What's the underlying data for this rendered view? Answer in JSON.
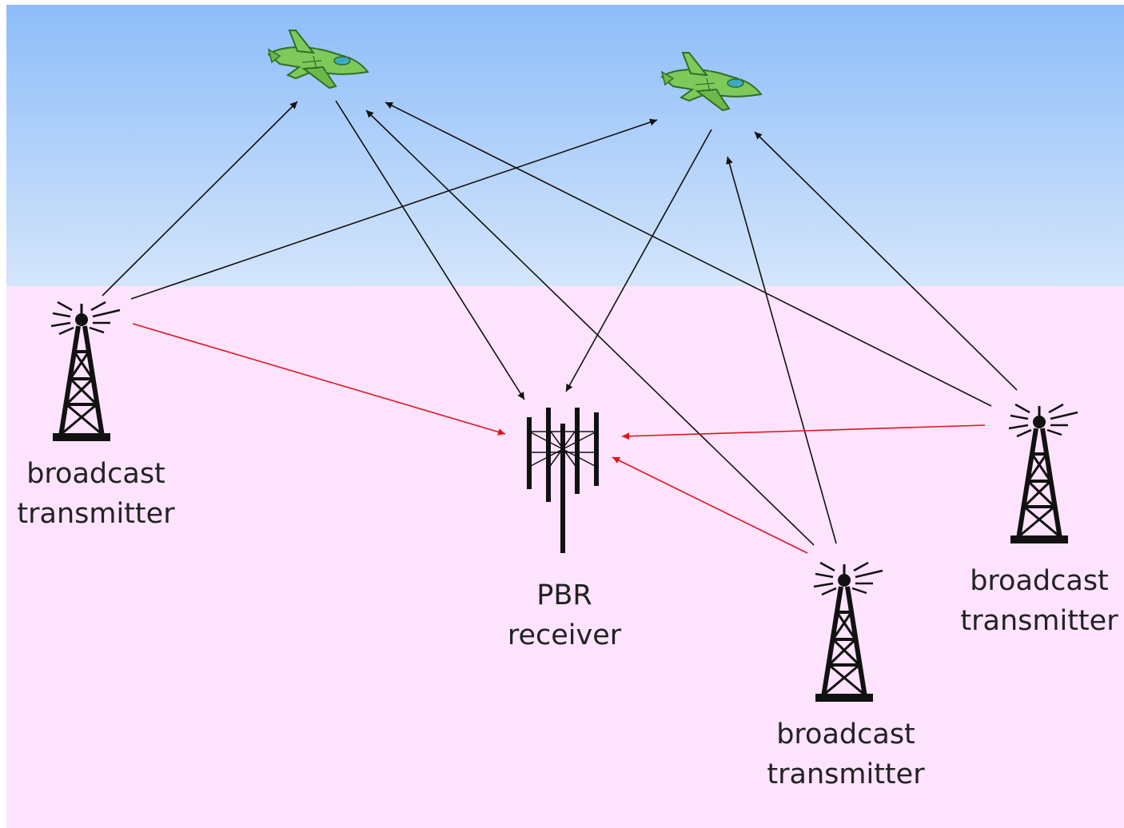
{
  "colors": {
    "sky_top": "#8dbdf9",
    "sky_bottom": "#d4e5fb",
    "ground": "#fde3fd",
    "echo_path": "#111111",
    "direct_path": "#e0141a",
    "aircraft_body": "#7dc95a",
    "aircraft_outline": "#2f6f25",
    "aircraft_canopy": "#39a9c9",
    "tower": "#111111"
  },
  "icons": {
    "aircraft": "fighter-jet-icon",
    "transmitter": "broadcast-tower-icon",
    "receiver": "receiver-antenna-icon"
  },
  "labels": {
    "tx_left": {
      "line1": "broadcast",
      "line2": "transmitter"
    },
    "tx_bottom": {
      "line1": "broadcast",
      "line2": "transmitter"
    },
    "tx_right": {
      "line1": "broadcast",
      "line2": "transmitter"
    },
    "receiver": {
      "line1": "PBR",
      "line2": "receiver"
    }
  }
}
